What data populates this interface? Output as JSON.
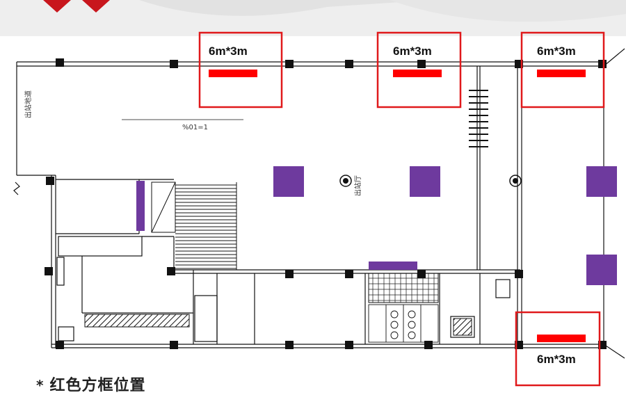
{
  "booth_size_label": "6m*3m",
  "booths": [
    {
      "label": "6m*3m"
    },
    {
      "label": "6m*3m"
    },
    {
      "label": "6m*3m"
    },
    {
      "label": "6m*3m"
    }
  ],
  "plan_labels": {
    "left_corridor": "出站地道",
    "center_hall": "出站厅",
    "ramp_text": "%01=1"
  },
  "note": {
    "marker": "*",
    "text": "红色方框位置"
  },
  "colors": {
    "booth_frame": "#e0191b",
    "booth_bar": "#ff0000",
    "purple_block": "#6e3a9e",
    "wall": "#111111",
    "header_red": "#c8161d"
  }
}
